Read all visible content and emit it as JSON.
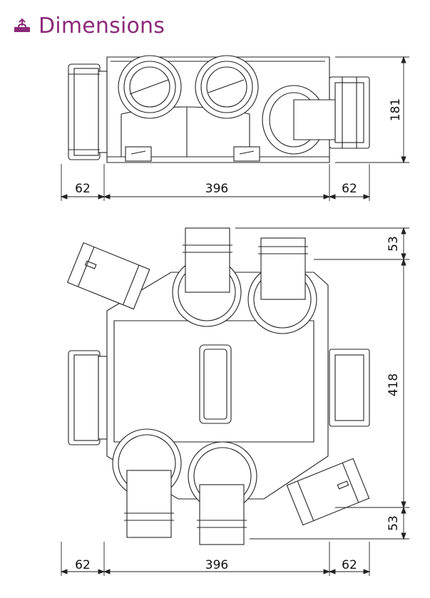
{
  "header": {
    "title": "Dimensions",
    "accent_color": "#8c2a7a",
    "icon": "vent-box-icon"
  },
  "top_view": {
    "width_left": "62",
    "width_center": "396",
    "width_right": "62",
    "height": "181"
  },
  "bottom_view": {
    "width_left": "62",
    "width_center": "396",
    "width_right": "62",
    "height_total": "418",
    "spigot_top": "53",
    "spigot_bottom": "53"
  }
}
